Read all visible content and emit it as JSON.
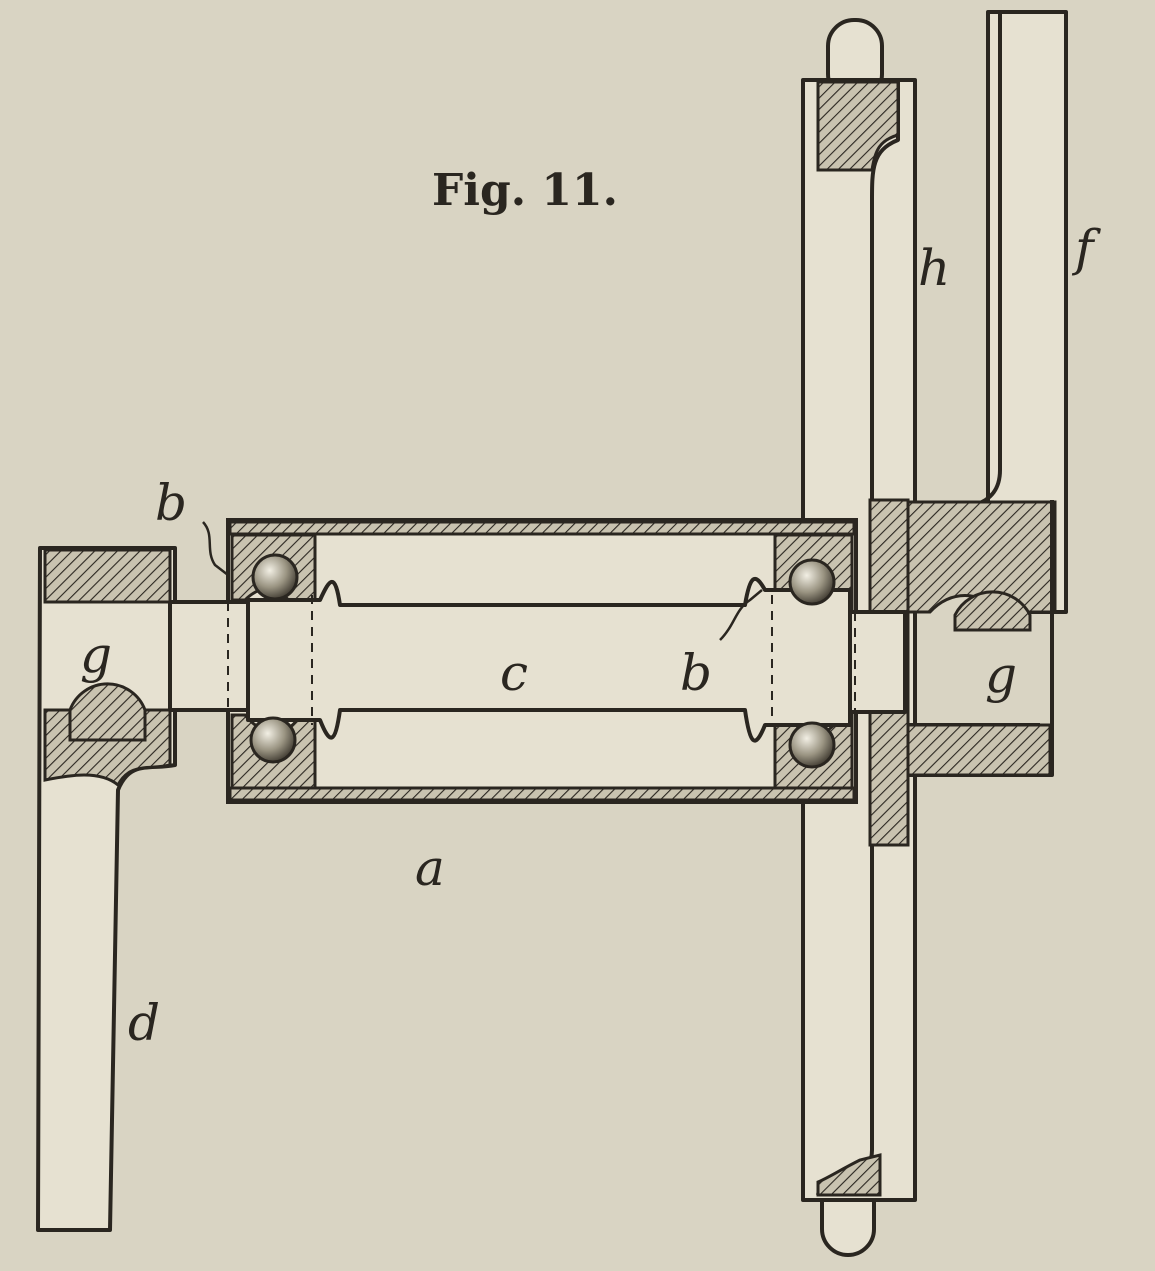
{
  "figure": {
    "title": "Fig. 11.",
    "labels": {
      "a": "a",
      "b_left": "b",
      "b_right": "b",
      "c": "c",
      "d": "d",
      "f": "f",
      "g_left": "g",
      "g_right": "g",
      "h": "h"
    }
  },
  "colors": {
    "paper": "#d9d4c3",
    "ink": "#2a2620",
    "part_fill": "#e6e1d1"
  }
}
